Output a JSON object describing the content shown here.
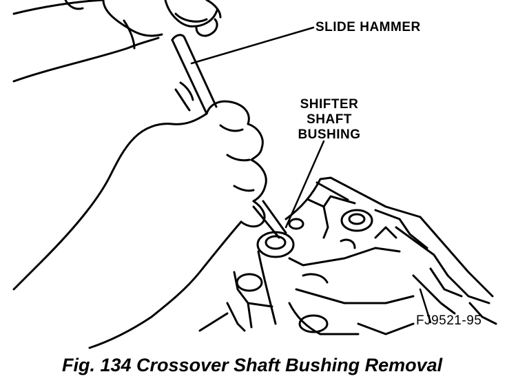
{
  "labels": {
    "slide_hammer": "SLIDE HAMMER",
    "shifter_line1": "SHIFTER",
    "shifter_line2": "SHAFT",
    "shifter_line3": "BUSHING",
    "figure_code": "FJ9521-95"
  },
  "caption": "Fig. 134 Crossover Shaft Bushing Removal",
  "colors": {
    "ink": "#000000",
    "paper": "#ffffff"
  }
}
